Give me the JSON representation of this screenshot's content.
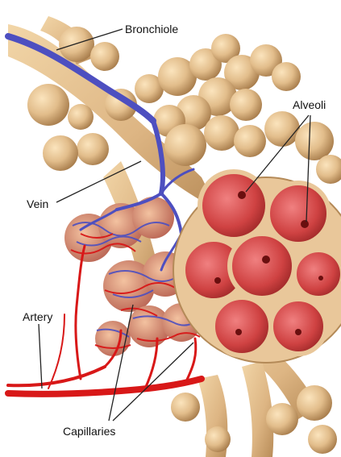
{
  "labels": {
    "bronchiole": "Bronchiole",
    "alveoli": "Alveoli",
    "vein": "Vein",
    "artery": "Artery",
    "capillaries": "Capillaries"
  },
  "colors": {
    "background": "#ffffff",
    "bronchiole_tissue": "#e4c190",
    "tissue_shadow": "#b48a58",
    "vein": "#4d4fc0",
    "artery": "#d81818",
    "alveolus_interior": "#c83a3a",
    "alveolus_wall": "#e9c79a",
    "leader_line": "#222222"
  }
}
